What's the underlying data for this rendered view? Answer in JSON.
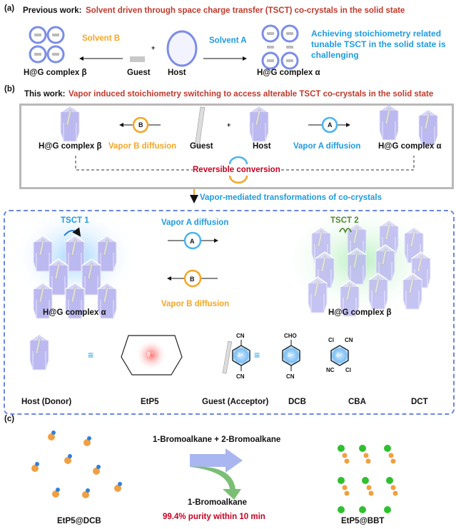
{
  "panel_a": {
    "label": "(a)",
    "title_prefix": "Previous work:",
    "title_rest": "Solvent driven through space charge transfer (TSCT) co-crystals in the solid state",
    "solvent_b": "Solvent B",
    "solvent_a": "Solvent A",
    "plus": "+",
    "note_line1": "Achieving stoichiometry related",
    "note_line2": "tunable TSCT in the solid state is",
    "note_line3": "challenging",
    "complex_beta": "H@G complex β",
    "guest": "Guest",
    "host": "Host",
    "complex_alpha": "H@G complex α"
  },
  "panel_b": {
    "label": "(b)",
    "title_prefix": "This work:",
    "title_rest": "Vapor induced stoichiometry switching to access alterable TSCT co-crystals in the solid state",
    "complex_beta": "H@G complex β",
    "vapor_b": "Vapor B diffusion",
    "guest": "Guest",
    "plus": "+",
    "host": "Host",
    "vapor_a": "Vapor A diffusion",
    "complex_alpha": "H@G complex α",
    "badge_a": "A",
    "badge_b": "B",
    "reversible": "Reversible conversion",
    "transition": "Vapor-mediated transformations of co-crystals"
  },
  "transform": {
    "tsct1": "TSCT 1",
    "tsct2": "TSCT 2",
    "vapor_a": "Vapor A diffusion",
    "vapor_b": "Vapor B diffusion",
    "badge_a": "A",
    "badge_b": "B",
    "complex_alpha": "H@G complex α",
    "complex_beta": "H@G complex β",
    "equiv": "≡",
    "legend": [
      "Host (Donor)",
      "EtP5",
      "Guest (Acceptor)",
      "DCB",
      "CBA",
      "DCT"
    ],
    "delta_minus": "δ⁻",
    "delta_plus": "δ⁺",
    "dcb_groups": [
      "CN",
      "CN"
    ],
    "cba_groups": [
      "CHO",
      "CN"
    ],
    "dct_groups": [
      "Cl",
      "CN",
      "NC",
      "Cl"
    ]
  },
  "panel_c": {
    "label": "(c)",
    "mixture": "1-Bromoalkane + 2-Bromoalkane",
    "product": "1-Bromoalkane",
    "purity": "99.4% purity within 10 min",
    "left_label": "EtP5@DCB",
    "right_label": "EtP5@BBT"
  },
  "colors": {
    "red": "#c0392b",
    "blue": "#1e9be0",
    "orange": "#f5a623",
    "green": "#4e8a2e",
    "host": "#b9b6f0",
    "ring": "#7b8de8"
  }
}
